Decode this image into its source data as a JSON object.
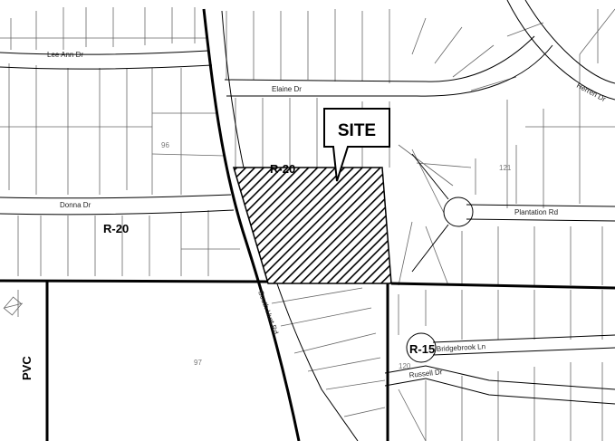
{
  "site_label": "SITE",
  "streets": {
    "lee_ann": "Lee Ann Dr",
    "elaine": "Elaine Dr",
    "herren": "Herren Dr",
    "donna": "Donna Dr",
    "plantation": "Plantation Rd",
    "south_hurt": "South Hurt Rd",
    "bridgebrook": "Bridgebrook Ln",
    "russell": "Russell Dr"
  },
  "zoning": {
    "r20_site": "R-20",
    "r20_west": "R-20",
    "r15": "R-15",
    "pvc": "PVC"
  },
  "parcels": {
    "p96": "96",
    "p121": "121",
    "p97": "97",
    "p120": "120"
  },
  "colors": {
    "background": "#ffffff",
    "boundary": "#000000",
    "lot_lines": "#666666",
    "parcel_text": "#777777"
  }
}
